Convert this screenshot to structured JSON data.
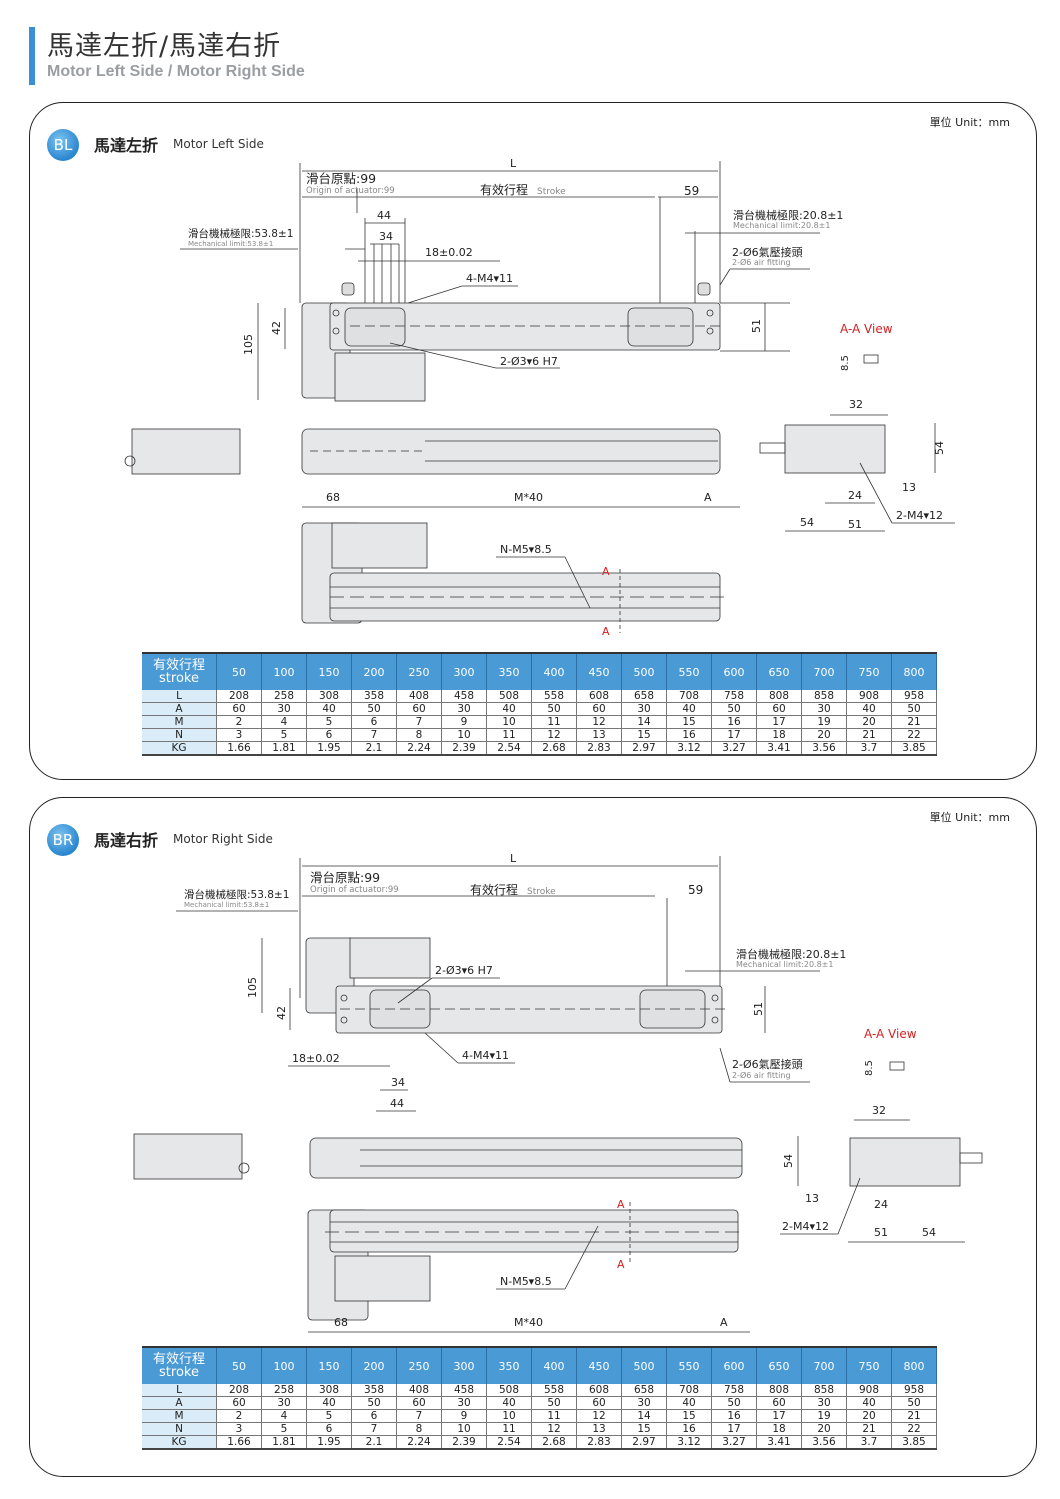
{
  "header": {
    "title": "馬達左折/馬達右折",
    "subtitle": "Motor Left Side / Motor Right Side",
    "accent_color": "#3b8fd4"
  },
  "panels": [
    {
      "badge": "BL",
      "title_zh": "馬達左折",
      "title_en": "Motor Left Side",
      "unit": "單位 Unit：mm",
      "dims": {
        "L": "L",
        "origin_zh": "滑台原點:99",
        "origin_en": "Origin of actuator:99",
        "stroke_zh": "有效行程",
        "stroke_en": "Stroke",
        "d59": "59",
        "mech_left_zh": "滑台機械極限:53.8±1",
        "mech_left_en": "Mechanical limit:53.8±1",
        "mech_right_zh": "滑台機械極限:20.8±1",
        "mech_right_en": "Mechanical limit:20.8±1",
        "air_zh": "2-Ø6氣壓接頭",
        "air_en": "2-Ø6 air fitting",
        "d44": "44",
        "d34": "34",
        "d18": "18±0.02",
        "m4": "4-M4▾11",
        "pin": "2-Ø3▾6 H7",
        "d42": "42",
        "d105": "105",
        "d51": "51",
        "aa_view": "A-A View",
        "d85": "8.5",
        "d32": "32",
        "d54": "54",
        "d24": "24",
        "d13": "13",
        "d51b": "51",
        "d54b": "54",
        "m4b": "2-M4▾12",
        "d68": "68",
        "m40": "M*40",
        "a": "A",
        "n_m5": "N-M5▾8.5",
        "sec_a": "A"
      }
    },
    {
      "badge": "BR",
      "title_zh": "馬達右折",
      "title_en": "Motor Right Side",
      "unit": "單位 Unit：mm",
      "dims": {
        "L": "L",
        "origin_zh": "滑台原點:99",
        "origin_en": "Origin of actuator:99",
        "stroke_zh": "有效行程",
        "stroke_en": "Stroke",
        "d59": "59",
        "mech_left_zh": "滑台機械極限:53.8±1",
        "mech_left_en": "Mechanical limit:53.8±1",
        "mech_right_zh": "滑台機械極限:20.8±1",
        "mech_right_en": "Mechanical limit:20.8±1",
        "air_zh": "2-Ø6氣壓接頭",
        "air_en": "2-Ø6 air fitting",
        "d44": "44",
        "d34": "34",
        "d18": "18±0.02",
        "m4": "4-M4▾11",
        "pin": "2-Ø3▾6 H7",
        "d42": "42",
        "d105": "105",
        "d51": "51",
        "aa_view": "A-A View",
        "d85": "8.5",
        "d32": "32",
        "d54": "54",
        "d24": "24",
        "d13": "13",
        "d51b": "51",
        "d54b": "54",
        "m4b": "2-M4▾12",
        "d68": "68",
        "m40": "M*40",
        "a": "A",
        "n_m5": "N-M5▾8.5",
        "sec_a": "A"
      }
    }
  ],
  "table": {
    "header_zh": "有效行程",
    "header_en": "stroke",
    "strokes": [
      "50",
      "100",
      "150",
      "200",
      "250",
      "300",
      "350",
      "400",
      "450",
      "500",
      "550",
      "600",
      "650",
      "700",
      "750",
      "800"
    ],
    "rows": [
      {
        "label": "L",
        "values": [
          "208",
          "258",
          "308",
          "358",
          "408",
          "458",
          "508",
          "558",
          "608",
          "658",
          "708",
          "758",
          "808",
          "858",
          "908",
          "958"
        ]
      },
      {
        "label": "A",
        "values": [
          "60",
          "30",
          "40",
          "50",
          "60",
          "30",
          "40",
          "50",
          "60",
          "30",
          "40",
          "50",
          "60",
          "30",
          "40",
          "50"
        ]
      },
      {
        "label": "M",
        "values": [
          "2",
          "4",
          "5",
          "6",
          "7",
          "9",
          "10",
          "11",
          "12",
          "14",
          "15",
          "16",
          "17",
          "19",
          "20",
          "21"
        ]
      },
      {
        "label": "N",
        "values": [
          "3",
          "5",
          "6",
          "7",
          "8",
          "10",
          "11",
          "12",
          "13",
          "15",
          "16",
          "17",
          "18",
          "20",
          "21",
          "22"
        ]
      },
      {
        "label": "KG",
        "values": [
          "1.66",
          "1.81",
          "1.95",
          "2.1",
          "2.24",
          "2.39",
          "2.54",
          "2.68",
          "2.83",
          "2.97",
          "3.12",
          "3.27",
          "3.41",
          "3.56",
          "3.7",
          "3.85"
        ]
      }
    ],
    "header_color": "#4a9ad6",
    "label_color": "#d9ecf8"
  }
}
